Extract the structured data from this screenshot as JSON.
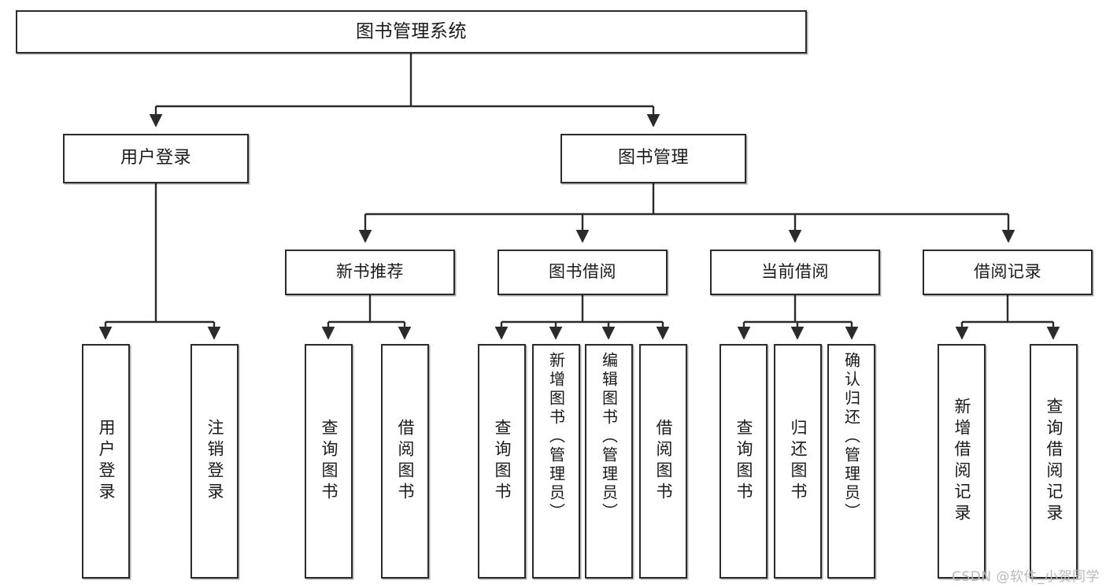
{
  "diagram": {
    "type": "tree",
    "title": "图书管理系统",
    "orientation": "top-down",
    "colors": {
      "node_border": "#2b2b2b",
      "node_fill": "#ffffff",
      "edge": "#2b2b2b",
      "text": "#1a1a1a",
      "watermark": "#b9b9b9",
      "background": "#ffffff"
    },
    "watermark": "CSDN @软件_小贺同学"
  },
  "nodes": {
    "root": {
      "label": "图书管理系统"
    },
    "level2": [
      {
        "id": "user-login",
        "label": "用户登录"
      },
      {
        "id": "book-manage",
        "label": "图书管理"
      }
    ],
    "level3": [
      {
        "id": "new-book-rec",
        "label": "新书推荐"
      },
      {
        "id": "book-borrow",
        "label": "图书借阅"
      },
      {
        "id": "current-borrow",
        "label": "当前借阅"
      },
      {
        "id": "borrow-record",
        "label": "借阅记录"
      }
    ],
    "leaves": {
      "user_login": [
        {
          "id": "leaf-user-login",
          "label": "用户登录"
        },
        {
          "id": "leaf-logout-login",
          "label": "注销登录"
        }
      ],
      "new_book_rec": [
        {
          "id": "leaf-query-book-1",
          "label": "查询图书"
        },
        {
          "id": "leaf-borrow-book-1",
          "label": "借阅图书"
        }
      ],
      "book_borrow": [
        {
          "id": "leaf-query-book-2",
          "label": "查询图书"
        },
        {
          "id": "leaf-add-book",
          "label": "新增图书（管理员）"
        },
        {
          "id": "leaf-edit-book",
          "label": "编辑图书（管理员）"
        },
        {
          "id": "leaf-borrow-book-2",
          "label": "借阅图书"
        }
      ],
      "current_borrow": [
        {
          "id": "leaf-query-book-3",
          "label": "查询图书"
        },
        {
          "id": "leaf-return-book",
          "label": "归还图书"
        },
        {
          "id": "leaf-confirm-return",
          "label": "确认归还（管理员）"
        }
      ],
      "borrow_record": [
        {
          "id": "leaf-add-record",
          "label": "新增借阅记录"
        },
        {
          "id": "leaf-query-record",
          "label": "查询借阅记录"
        }
      ]
    }
  }
}
